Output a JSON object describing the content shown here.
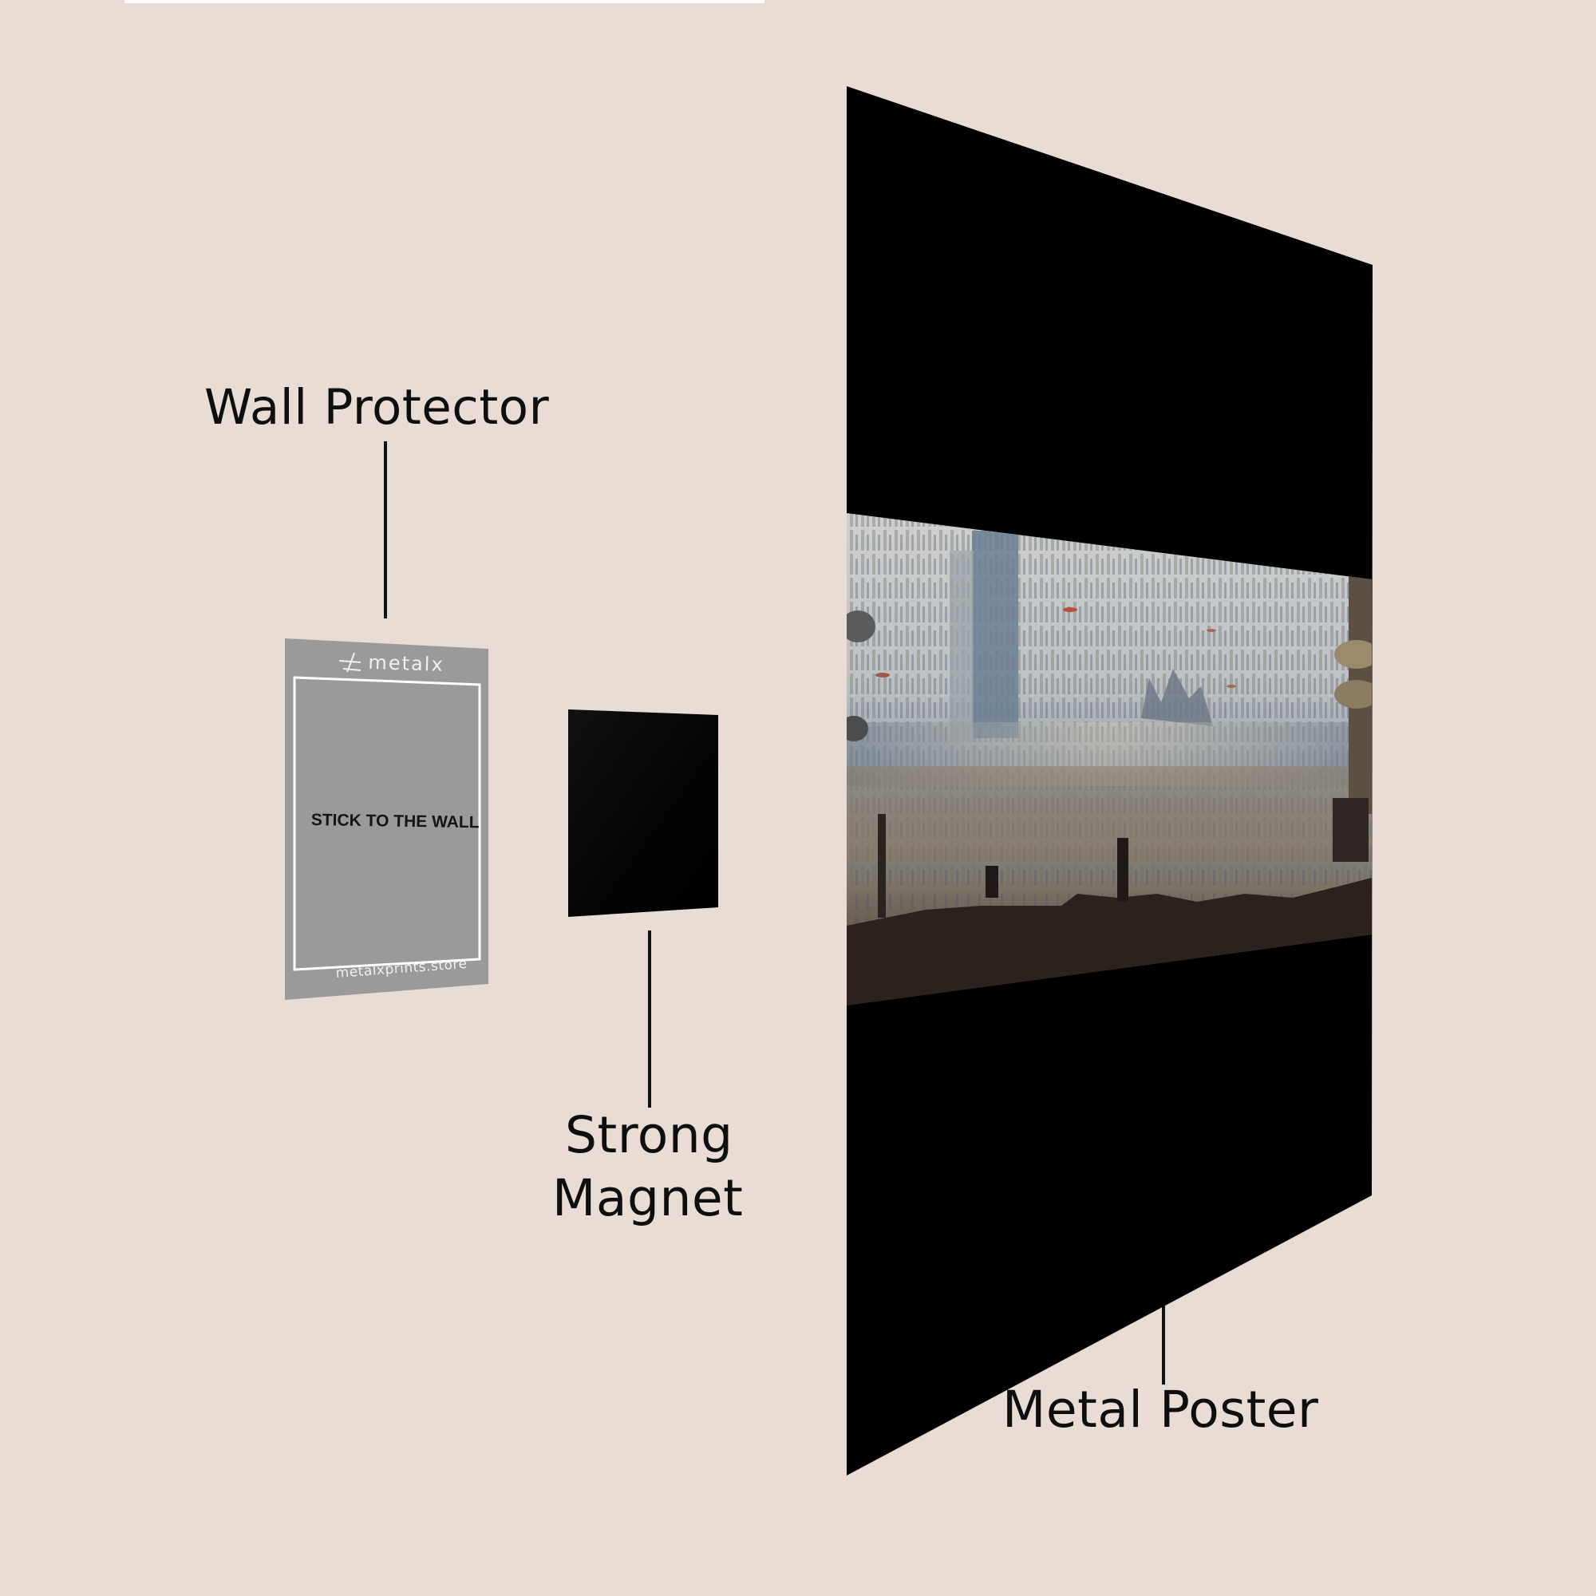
{
  "colors": {
    "background": "#e8dcd4",
    "protector_gray": "#9a9a9a",
    "magnet_black": "#050505",
    "poster_black": "#000000",
    "label_text": "#0e0e0e"
  },
  "labels": {
    "wall_protector": "Wall Protector",
    "strong_magnet_line1": "Strong",
    "strong_magnet_line2": "Magnet",
    "metal_poster": "Metal Poster"
  },
  "wall_protector": {
    "logo_icon": "metalx-logo-icon",
    "logo_text": "metalx",
    "center_text": "STICK TO THE WALL",
    "footer_text": "metalxprints.store"
  },
  "poster": {
    "artwork": "futuristic-cityscape-artwork"
  }
}
